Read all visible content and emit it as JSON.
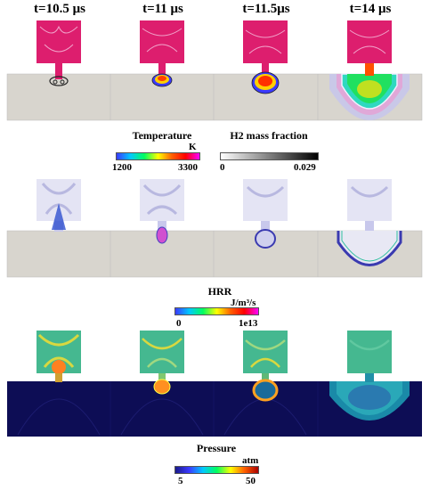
{
  "time_labels": [
    "t=10.5 μs",
    "t=11 μs",
    "t=11.5μs",
    "t=14 μs"
  ],
  "legends": {
    "temperature": {
      "title": "Temperature",
      "unit": "K",
      "min": "1200",
      "max": "3300",
      "colors": [
        "#3a3aff",
        "#00c8ff",
        "#00ff60",
        "#ffff00",
        "#ff6000",
        "#ff0000",
        "#ff00ff"
      ]
    },
    "h2": {
      "title": "H2 mass fraction",
      "min": "0",
      "max": "0.029",
      "colors": [
        "#ffffff",
        "#000000"
      ]
    },
    "hrr": {
      "title": "HRR",
      "unit": "J/m³/s",
      "min": "0",
      "max": "1e13",
      "colors": [
        "#3a3aff",
        "#00c8ff",
        "#00ff60",
        "#ffff00",
        "#ff6000",
        "#ff0000",
        "#ff00ff"
      ]
    },
    "pressure": {
      "title": "Pressure",
      "unit": "atm",
      "min": "5",
      "max": "50",
      "colors": [
        "#1a1a8a",
        "#3a3aff",
        "#00c8ff",
        "#00ff60",
        "#ffff00",
        "#ff6000",
        "#aa0000"
      ]
    }
  },
  "colors": {
    "tube_gray": "#d8d5ce",
    "temp_hot": "#dd1e6e",
    "h2_chamber": "#e4e4f4",
    "pressure_bg": "#0d0d55",
    "pressure_chamber": "#45b890",
    "pressure_spot": "#d8d840"
  }
}
